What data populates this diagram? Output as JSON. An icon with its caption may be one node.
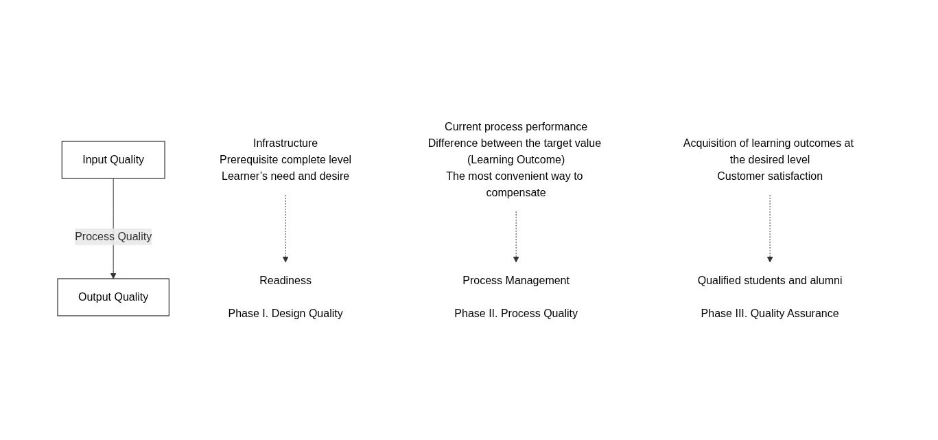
{
  "diagram": {
    "nodes": [
      {
        "text": [
          "Input Quality"
        ]
      },
      {
        "text": [
          "Output Quality"
        ]
      },
      {
        "text": [
          "Infrastructure",
          "Prerequisite complete level",
          "Learner’s need and desire"
        ]
      },
      {
        "text": [
          "Current process performance",
          "Difference between the target value (Learning Outcome)",
          "The most convenient way to compensate"
        ]
      },
      {
        "text": [
          "Acquisition of learning outcomes at the desired level",
          "Customer satisfaction"
        ]
      },
      {
        "text": [
          "Readiness"
        ],
        "beside": [
          "Phase I. Design Quality"
        ]
      },
      {
        "text": [
          "Process Management"
        ],
        "beside": [
          "Phase II. Process Quality"
        ]
      },
      {
        "text": [
          "Qualified students and alumni"
        ],
        "beside": [
          "Phase III. Quality Assurance"
        ]
      }
    ],
    "edges": [
      {
        "from": 0,
        "to": 1,
        "arrow": "to",
        "label": "Process Quality"
      },
      {
        "from": 2,
        "to": 5,
        "arrow": "to",
        "style": "dashed"
      },
      {
        "from": 3,
        "to": 6,
        "arrow": "to",
        "style": "dashed"
      },
      {
        "from": 4,
        "to": 7,
        "arrow": "to",
        "style": "dashed"
      }
    ]
  }
}
